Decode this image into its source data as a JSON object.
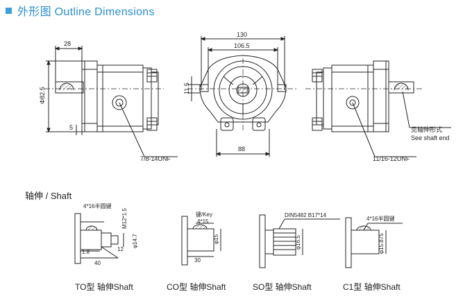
{
  "header": {
    "title": "外形图 Outline Dimensions"
  },
  "shaft_section": {
    "title": "轴伸 / Shaft"
  },
  "side_view_left": {
    "dim_top": "28",
    "dim_dia": "Φ82.5",
    "dim_small": "5",
    "port": "7/8-14UNF"
  },
  "front_view": {
    "dim_130": "130",
    "dim_1065": "106.5",
    "dim_115": "11.5",
    "dim_88": "88"
  },
  "side_view_right": {
    "port": "11/16-12UNF",
    "note_cn": "见轴伸形式",
    "note_en": "See shaft end"
  },
  "shafts": [
    {
      "caption": "TO型 轴伸Shaft",
      "labels": [
        "4*16半圆键",
        "M12*1.5",
        "φ14.7",
        "12",
        "1:8",
        "40"
      ]
    },
    {
      "caption": "CO型 轴伸Shaft",
      "labels": [
        "键/Key",
        "4*15",
        "φ15",
        "30"
      ]
    },
    {
      "caption": "SO型 轴伸Shaft",
      "labels": [
        "DIN5482 B17*14",
        "φ16.5"
      ]
    },
    {
      "caption": "C1型 轴伸Shaft",
      "labels": [
        "4*16半圆键",
        "φ15.875"
      ]
    }
  ]
}
